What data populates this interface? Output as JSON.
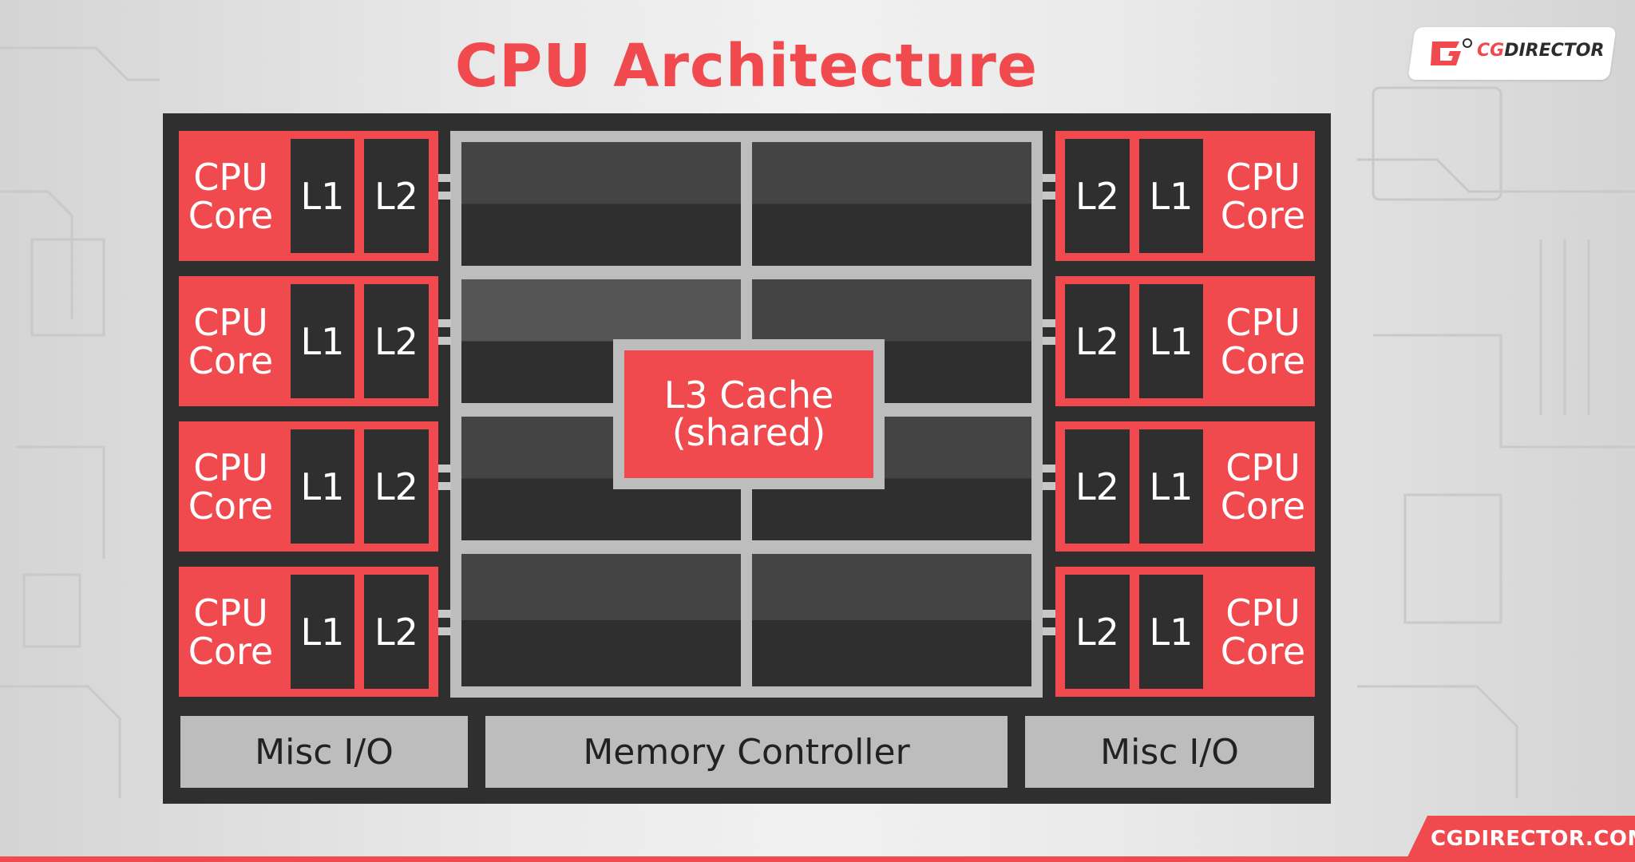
{
  "title": "CPU Architecture",
  "logo": {
    "prefix": "CG",
    "rest": "DIRECTOR"
  },
  "footer": {
    "url": "CGDIRECTOR.COM"
  },
  "colors": {
    "accent": "#f04a4e",
    "chip": "#2f2f2f",
    "frame": "#bdbdbd"
  },
  "cores": {
    "left": [
      {
        "line1": "CPU",
        "line2": "Core",
        "l1": "L1",
        "l2": "L2"
      },
      {
        "line1": "CPU",
        "line2": "Core",
        "l1": "L1",
        "l2": "L2"
      },
      {
        "line1": "CPU",
        "line2": "Core",
        "l1": "L1",
        "l2": "L2"
      },
      {
        "line1": "CPU",
        "line2": "Core",
        "l1": "L1",
        "l2": "L2"
      }
    ],
    "right": [
      {
        "line1": "CPU",
        "line2": "Core",
        "l1": "L1",
        "l2": "L2"
      },
      {
        "line1": "CPU",
        "line2": "Core",
        "l1": "L1",
        "l2": "L2"
      },
      {
        "line1": "CPU",
        "line2": "Core",
        "l1": "L1",
        "l2": "L2"
      },
      {
        "line1": "CPU",
        "line2": "Core",
        "l1": "L1",
        "l2": "L2"
      }
    ]
  },
  "l3": {
    "line1": "L3 Cache",
    "line2": "(shared)"
  },
  "io": {
    "left": "Misc I/O",
    "center": "Memory Controller",
    "right": "Misc I/O"
  }
}
